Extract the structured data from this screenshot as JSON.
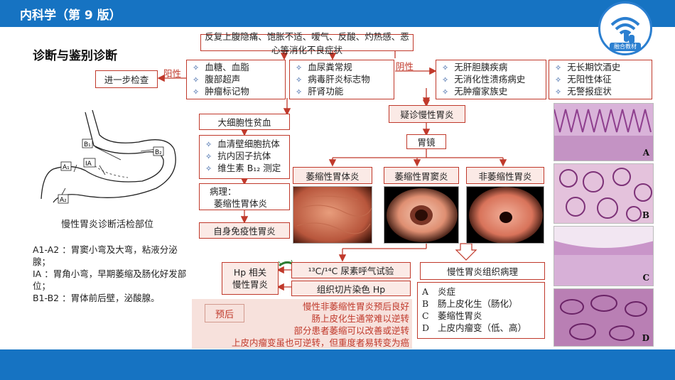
{
  "header": {
    "title": "内科学（第 9 版）",
    "logo_text": "融合教材"
  },
  "section_title": "诊断与鉴别诊断",
  "diagram": {
    "caption": "慢性胃炎诊断活检部位",
    "labels": [
      "B₁",
      "B₂",
      "IA",
      "A₁",
      "A₂"
    ],
    "notes": [
      "A1-A2 ：胃窦小弯及大弯，粘液分泌腺；",
      "IA ：胃角小弯，早期萎缩及肠化好发部位；",
      "B1-B2 ：胃体前后壁，泌酸腺。"
    ]
  },
  "flow": {
    "symptoms": "反复上腹隐痛、饱胀不适、嗳气、反酸、灼热感、恶心等消化不良症状",
    "positive_tag": "阳性",
    "negative_tag": "阴性",
    "further_exam": "进一步检查",
    "lab_left": [
      "血糖、血脂",
      "腹部超声",
      "肿瘤标记物"
    ],
    "lab_mid": [
      "血尿粪常规",
      "病毒肝炎标志物",
      "肝肾功能"
    ],
    "history_a": [
      "无肝胆胰疾病",
      "无消化性溃疡病史",
      "无肿瘤家族史"
    ],
    "history_b": [
      "无长期饮酒史",
      "无阳性体征",
      "无警报症状"
    ],
    "suspect": "疑诊慢性胃炎",
    "gastroscopy": "胃镜",
    "types": [
      "萎缩性胃体炎",
      "萎缩性胃窦炎",
      "非萎缩性胃炎"
    ],
    "anemia": "大细胞性贫血",
    "antibodies": [
      "血清壁细胞抗体",
      "抗内因子抗体",
      "维生素 B₁₂ 测定"
    ],
    "pathology_label": "病理：",
    "pathology_value": "萎缩性胃体炎",
    "autoimmune": "自身免疫性胃炎",
    "hp_related": [
      "Hp 相关",
      "慢性胃炎"
    ],
    "breath_test": "¹³C/¹⁴C 尿素呼气试验",
    "tissue_stain": "组织切片染色 Hp",
    "histopathology_title": "慢性胃炎组织病理",
    "histopathology_items": [
      {
        "letter": "A",
        "text": "炎症"
      },
      {
        "letter": "B",
        "text": "肠上皮化生（肠化）"
      },
      {
        "letter": "C",
        "text": "萎缩性胃炎"
      },
      {
        "letter": "D",
        "text": "上皮内瘤变（低、高）"
      }
    ],
    "prognosis_label": "预后",
    "prognosis_lines": [
      "慢性非萎缩性胃炎预后良好",
      "肠上皮化生通常难以逆转",
      "部分患者萎缩可以改善或逆转",
      "上皮内瘤变虽也可逆转，但重度者易转变为癌"
    ],
    "histo_letters": [
      "A",
      "B",
      "C",
      "D"
    ]
  },
  "colors": {
    "brand_blue": "#1673c2",
    "box_border": "#c0392b",
    "arrow": "#c0392b"
  }
}
